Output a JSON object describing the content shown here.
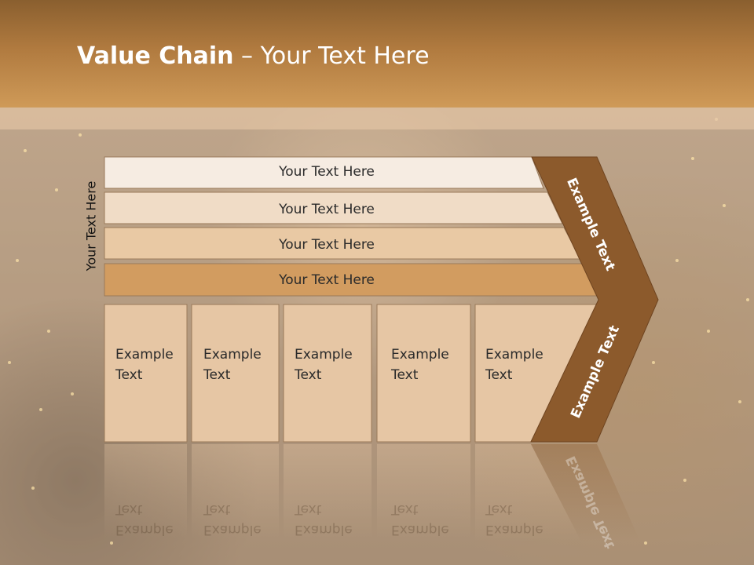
{
  "title": {
    "bold": "Value Chain",
    "rest": " – Your Text Here"
  },
  "side_label": "Your Text Here",
  "rows": [
    {
      "label": "Your Text Here",
      "color": "#f6ece2"
    },
    {
      "label": "Your Text Here",
      "color": "#f0dcc6"
    },
    {
      "label": "Your Text Here",
      "color": "#e9c9a4"
    },
    {
      "label": "Your Text Here",
      "color": "#d29c60"
    }
  ],
  "boxes": [
    {
      "line1": "Example",
      "line2": "Text"
    },
    {
      "line1": "Example",
      "line2": "Text"
    },
    {
      "line1": "Example",
      "line2": "Text"
    },
    {
      "line1": "Example",
      "line2": "Text"
    },
    {
      "line1": "Example",
      "line2": "Text"
    }
  ],
  "arrow": {
    "top_label": "Example Text",
    "bottom_label": "Example Text",
    "color": "#8c5a2c"
  },
  "colors": {
    "header": "#b07a3f",
    "box_fill": "#e6c6a4",
    "box_border": "#9a7a5a"
  }
}
